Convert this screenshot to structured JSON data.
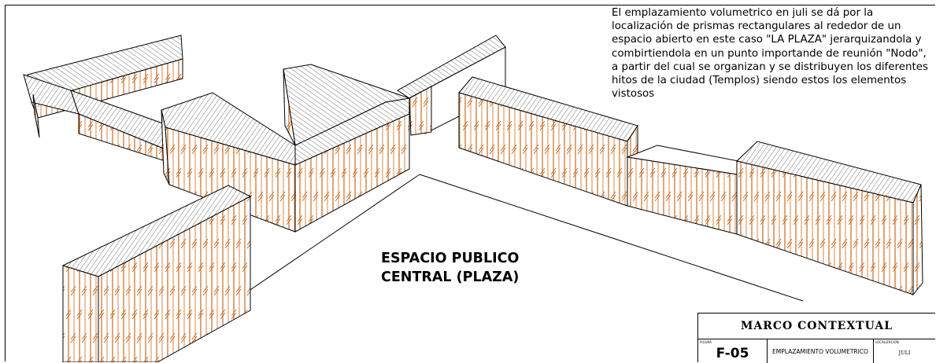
{
  "description": "El emplazamiento volumetrico en juli se dá por la localización de  prismas rectangulares al rededor de un espacio abierto en este caso \"LA PLAZA\" jerarquizandola y combirtiendola en un punto importande de reunión \"Nodo\", a partir del cual se organizan y se distribuyen los diferentes hitos de la ciudad (Templos) siendo estos los elementos vistosos",
  "plaza_label": {
    "line1": "ESPACIO PUBLICO",
    "line2": "CENTRAL (PLAZA)"
  },
  "title_block": {
    "title": "MARCO CONTEXTUAL",
    "figure_caption": "FIGURA",
    "figure_number": "F-05",
    "drawing_name": "EMPLAZAMIENTO VOLUMETRICO",
    "location_caption": "LOCALIZACION",
    "location": "JULI"
  },
  "colors": {
    "wall_stripe": "#c96a1f",
    "line": "#000000",
    "background": "#ffffff"
  }
}
